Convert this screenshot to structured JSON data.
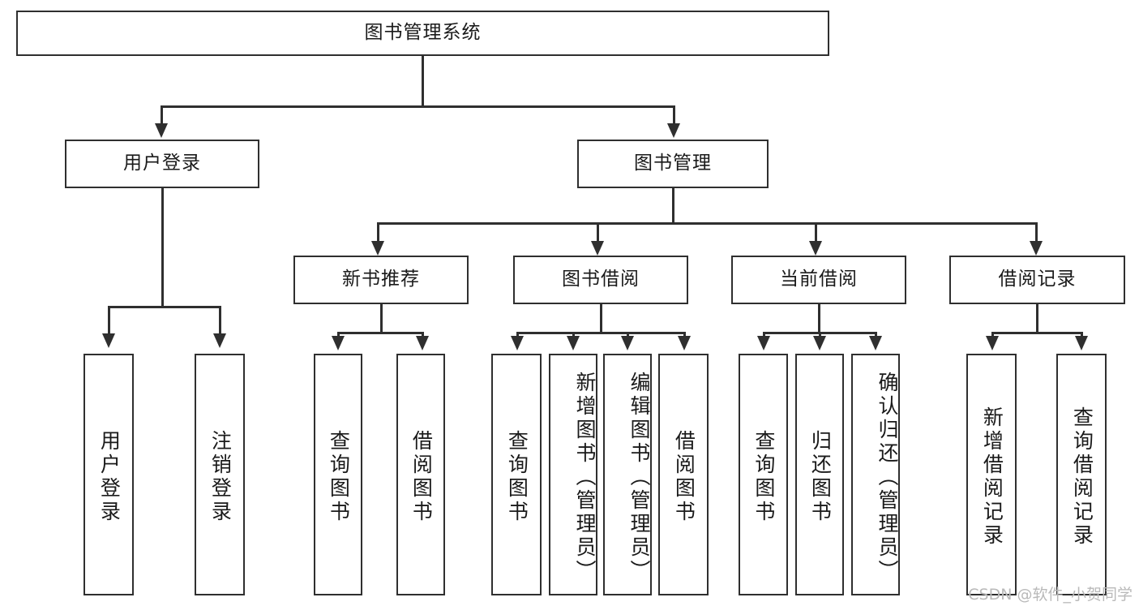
{
  "diagram": {
    "title": "图书管理系统",
    "type": "tree-hierarchy",
    "root": {
      "label": "图书管理系统"
    },
    "level2": [
      {
        "label": "用户登录"
      },
      {
        "label": "图书管理"
      }
    ],
    "level3": [
      {
        "label": "新书推荐"
      },
      {
        "label": "图书借阅"
      },
      {
        "label": "当前借阅"
      },
      {
        "label": "借阅记录"
      }
    ],
    "leaves": {
      "user_login": [
        {
          "label": "用户登录"
        },
        {
          "label": "注销登录"
        }
      ],
      "new_book_recommend": [
        {
          "label": "查询图书"
        },
        {
          "label": "借阅图书"
        }
      ],
      "book_borrow": [
        {
          "label": "查询图书"
        },
        {
          "label": "新增图书（管理员）"
        },
        {
          "label": "编辑图书（管理员）"
        },
        {
          "label": "借阅图书"
        }
      ],
      "current_borrow": [
        {
          "label": "查询图书"
        },
        {
          "label": "归还图书"
        },
        {
          "label": "确认归还（管理员）"
        }
      ],
      "borrow_record": [
        {
          "label": "新增借阅记录"
        },
        {
          "label": "查询借阅记录"
        }
      ]
    }
  },
  "watermark": {
    "text": "CSDN @软件_小贺同学"
  },
  "colors": {
    "stroke": "#2f2f2f",
    "fill": "#ffffff",
    "text": "#1a1a1a",
    "watermark": "#b9b9b9"
  }
}
